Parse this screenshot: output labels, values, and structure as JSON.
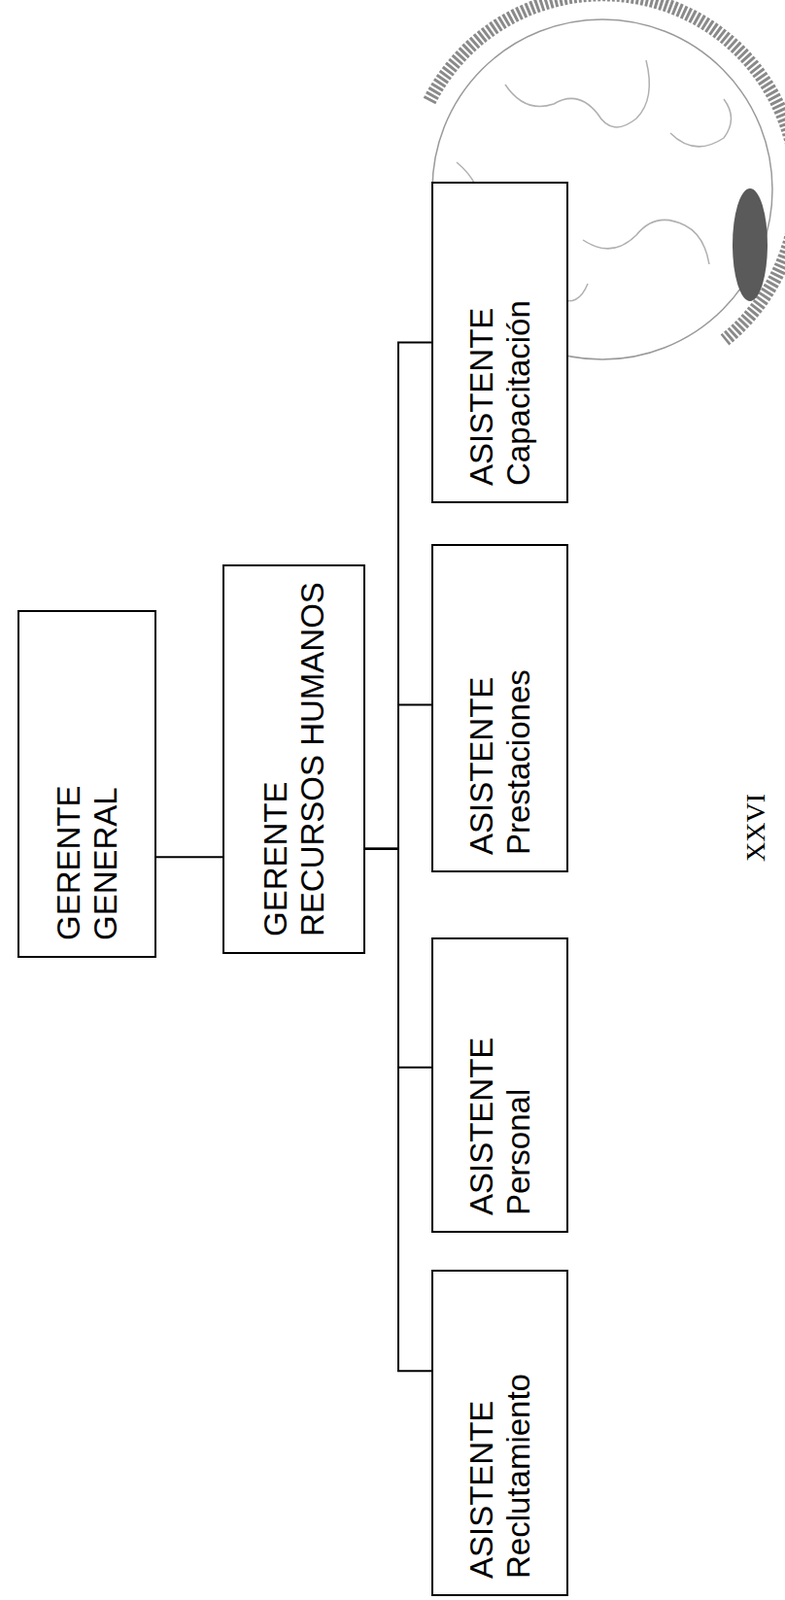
{
  "diagram": {
    "nodes": [
      {
        "text": [
          "GERENTE",
          "GENERAL"
        ]
      },
      {
        "text": [
          "GERENTE",
          "RECURSOS HUMANOS"
        ]
      },
      {
        "text": [
          "ASISTENTE",
          "Reclutamiento"
        ]
      },
      {
        "text": [
          "ASISTENTE",
          "Personal"
        ]
      },
      {
        "text": [
          "ASISTENTE",
          "Prestaciones"
        ]
      },
      {
        "text": [
          "ASISTENTE",
          "Capacitación"
        ]
      }
    ],
    "edges": [
      {
        "from": 0,
        "to": 1,
        "arrow": "none"
      },
      {
        "from": 1,
        "to": 2,
        "arrow": "none"
      },
      {
        "from": 1,
        "to": 3,
        "arrow": "none"
      },
      {
        "from": 1,
        "to": 4,
        "arrow": "none"
      },
      {
        "from": 1,
        "to": 5,
        "arrow": "none"
      }
    ],
    "labels": [
      "XXVI"
    ]
  }
}
